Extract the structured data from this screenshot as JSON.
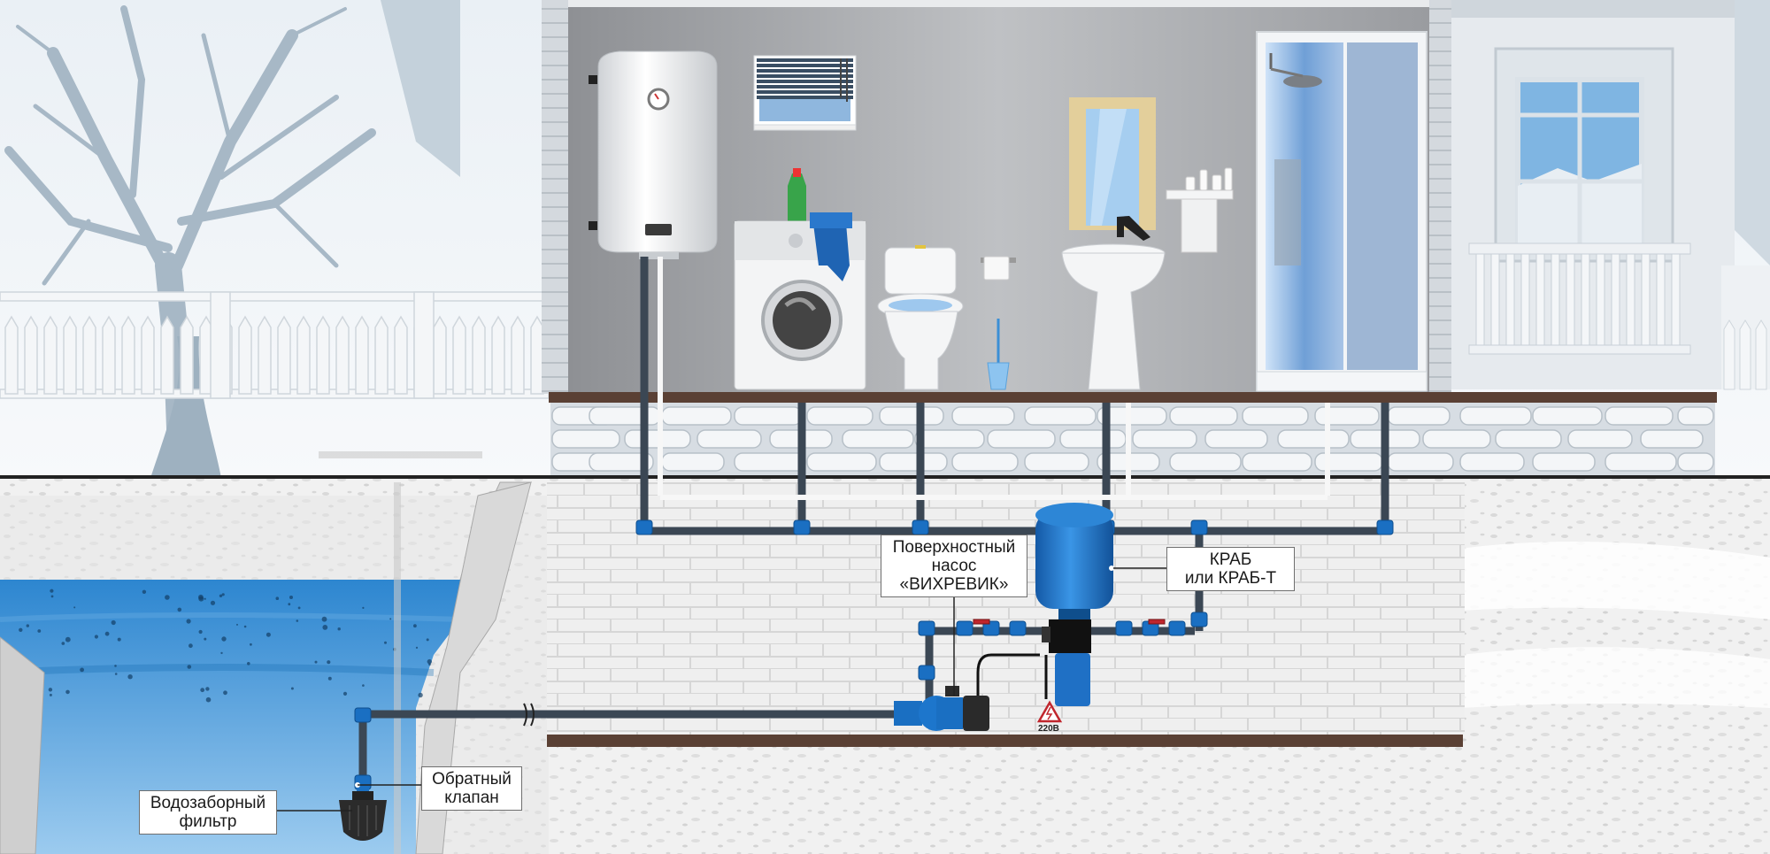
{
  "labels": {
    "pump": [
      "Поверхностный",
      "насос",
      "«ВИХРЕВИК»"
    ],
    "tank": [
      "КРАБ",
      "или КРАБ-Т"
    ],
    "check_valve": [
      "Обратный",
      "клапан"
    ],
    "intake_filter": [
      "Водозаборный",
      "фильтр"
    ]
  },
  "voltage": "220В",
  "colors": {
    "pipe": "#3b4754",
    "fitting_blue": "#1a6fc2",
    "tank_blue": "#1c76cc",
    "water": "#2f7fc4",
    "floor": "#5a4034",
    "wall": "#c9ccd0"
  }
}
